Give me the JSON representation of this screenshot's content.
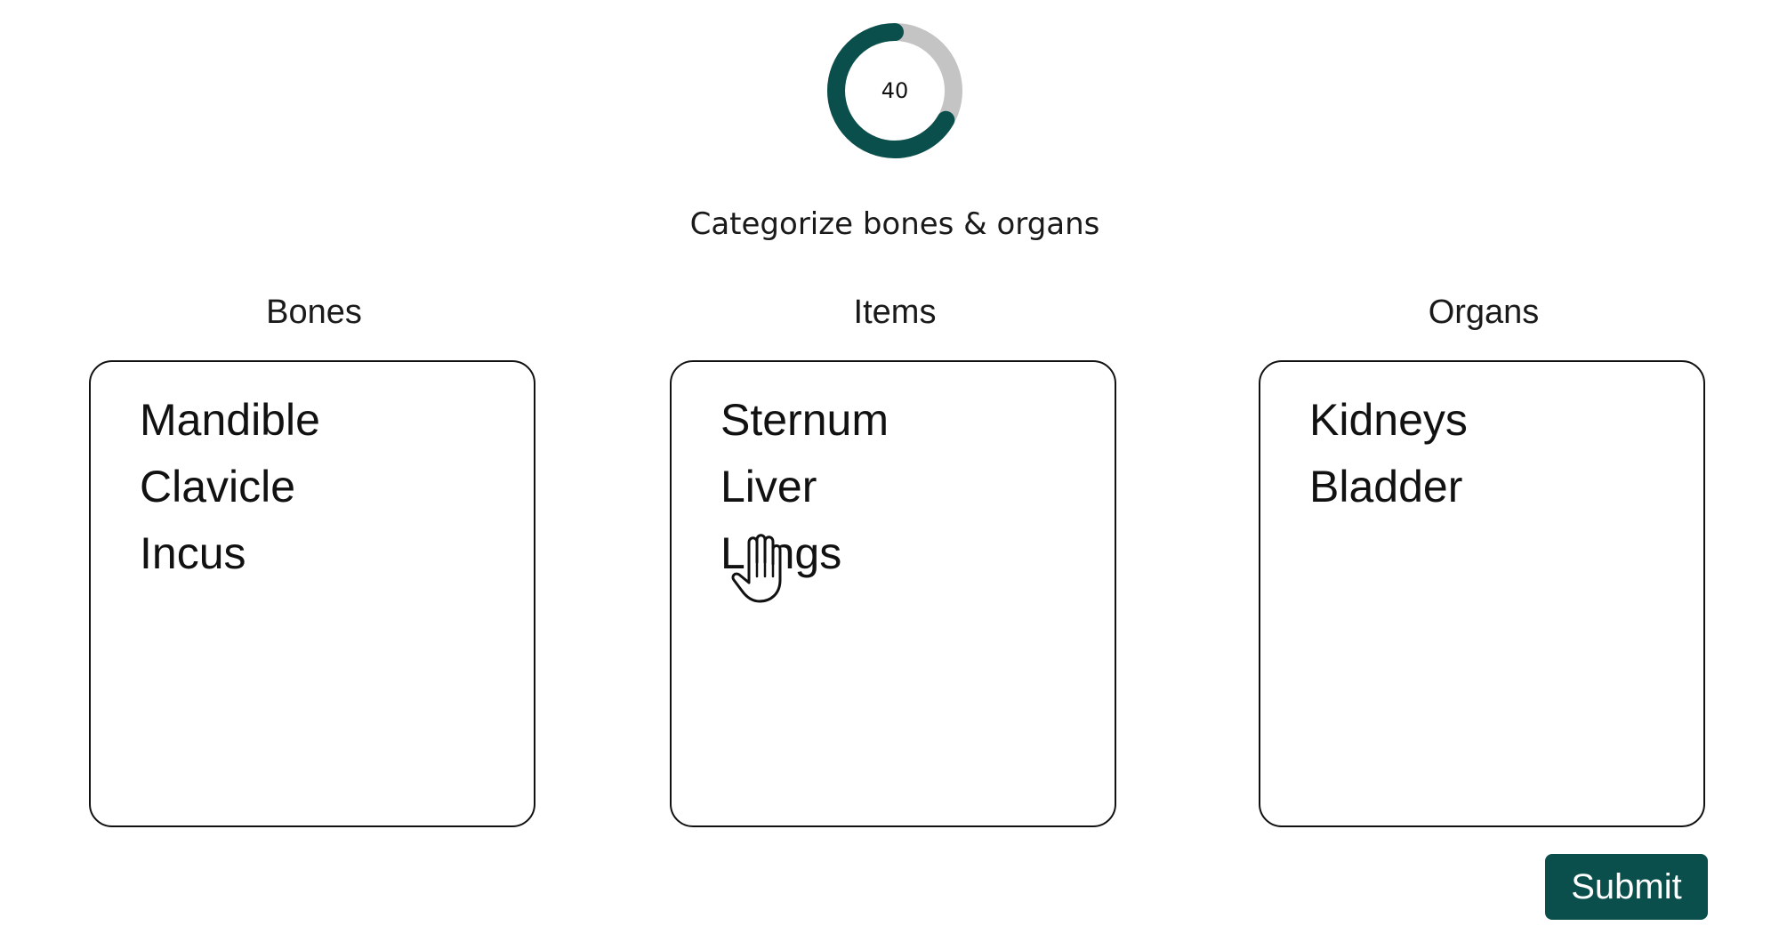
{
  "timer": {
    "value": "40",
    "progress_fraction": 0.667,
    "track_color": "#c4c4c4",
    "fill_color": "#0a4f4b"
  },
  "instruction": "Categorize bones & organs",
  "columns": [
    {
      "title": "Bones",
      "items": [
        "Mandible",
        "Clavicle",
        "Incus"
      ]
    },
    {
      "title": "Items",
      "items": [
        "Sternum",
        "Liver",
        "Lungs"
      ]
    },
    {
      "title": "Organs",
      "items": [
        "Kidneys",
        "Bladder"
      ]
    }
  ],
  "submit": {
    "label": "Submit",
    "color": "#0a4f4b"
  },
  "cursor": {
    "icon": "hand-grab-cursor-icon"
  }
}
